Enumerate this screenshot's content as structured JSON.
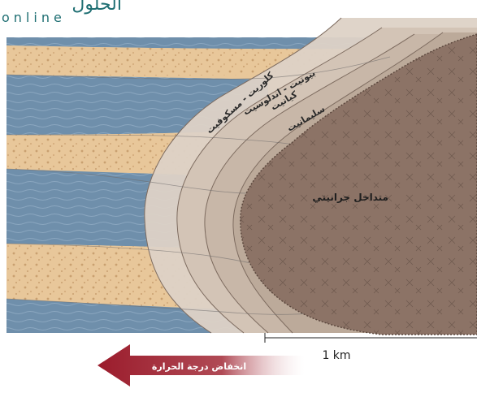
{
  "logo": {
    "arabic": "الحلول",
    "latin": "online"
  },
  "zones": {
    "chlorite_muscovite": "كلوريت - مسكوفيت",
    "biotite_andalusite": "بيوتيت - اندلوسيت",
    "kyanite": "كيانيت",
    "sillimanite": "سليمانيت"
  },
  "pluton_label": "متداخل جرانيتي",
  "scale": {
    "label": "1 km"
  },
  "temperature_arrow": {
    "label": "انخفاض درجة الحرارة"
  },
  "colors": {
    "water_blue": "#6f8fab",
    "sand_tan": "#e8c79a",
    "pluton_brown": "#8c7366",
    "arrow_red": "#9b1c2c",
    "logo_teal": "#1f6f73"
  }
}
